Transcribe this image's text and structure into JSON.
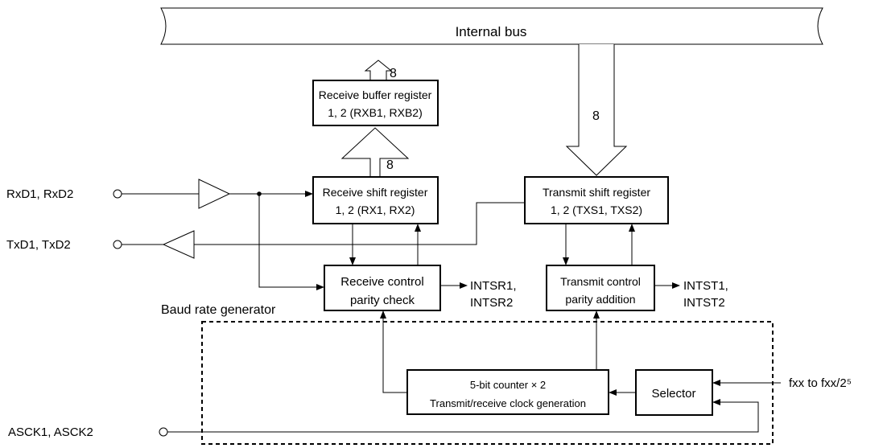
{
  "bus": {
    "label": "Internal bus"
  },
  "bus_widths": {
    "receive_buffer_to_bus": "8",
    "shift_to_buffer": "8",
    "bus_to_transmit": "8"
  },
  "blocks": {
    "receive_buffer": {
      "line1": "Receive buffer register",
      "line2": "1, 2 (RXB1, RXB2)"
    },
    "receive_shift": {
      "line1": "Receive shift register",
      "line2": "1, 2 (RX1, RX2)"
    },
    "transmit_shift": {
      "line1": "Transmit shift register",
      "line2": "1, 2 (TXS1, TXS2)"
    },
    "receive_control": {
      "line1": "Receive control",
      "line2": "parity check"
    },
    "transmit_control": {
      "line1": "Transmit control",
      "line2": "parity addition"
    },
    "counter": {
      "line1": "5-bit counter × 2",
      "line2": "Transmit/receive clock generation"
    },
    "selector": {
      "label": "Selector"
    }
  },
  "signals": {
    "rxd": "RxD1, RxD2",
    "txd": "TxD1, TxD2",
    "asck": "ASCK1, ASCK2",
    "intsr_1": "INTSR1,",
    "intsr_2": "INTSR2",
    "intst_1": "INTST1,",
    "intst_2": "INTST2",
    "clock_in": "fxx to fxx/2⁵"
  },
  "groups": {
    "baud_rate_generator": "Baud rate generator"
  }
}
